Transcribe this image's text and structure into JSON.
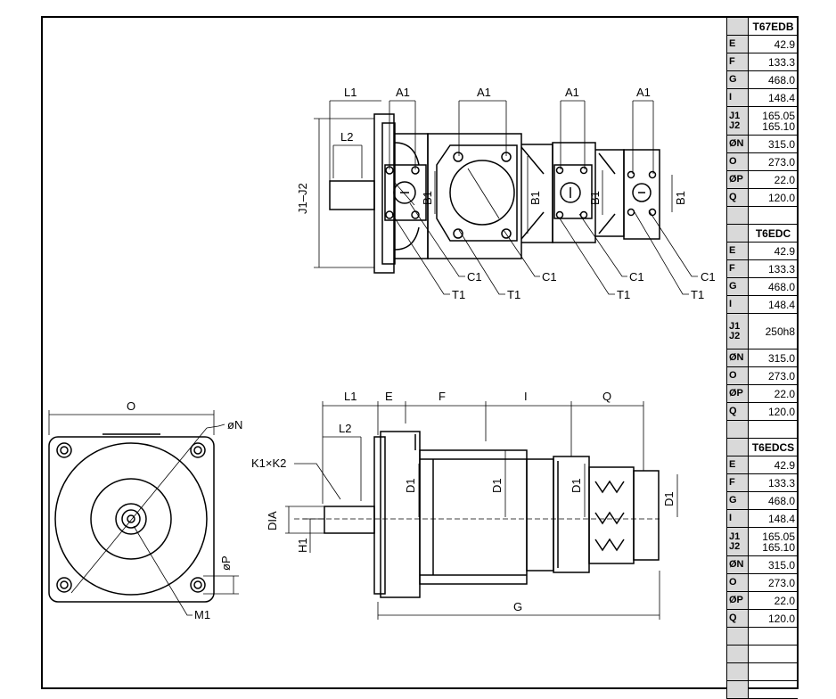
{
  "tables": [
    {
      "model": "T67EDB",
      "rows": [
        {
          "key": "E",
          "value": "42.9"
        },
        {
          "key": "F",
          "value": "133.3"
        },
        {
          "key": "G",
          "value": "468.0"
        },
        {
          "key": "I",
          "value": "148.4"
        },
        {
          "key": "J1\nJ2",
          "value": "165.05\n165.10"
        },
        {
          "key": "ØN",
          "value": "315.0"
        },
        {
          "key": "O",
          "value": "273.0"
        },
        {
          "key": "ØP",
          "value": "22.0"
        },
        {
          "key": "Q",
          "value": "120.0"
        }
      ]
    },
    {
      "model": "T6EDC",
      "rows": [
        {
          "key": "E",
          "value": "42.9"
        },
        {
          "key": "F",
          "value": "133.3"
        },
        {
          "key": "G",
          "value": "468.0"
        },
        {
          "key": "I",
          "value": "148.4"
        },
        {
          "key": "J1\nJ2",
          "value": "250h8"
        },
        {
          "key": "ØN",
          "value": "315.0"
        },
        {
          "key": "O",
          "value": "273.0"
        },
        {
          "key": "ØP",
          "value": "22.0"
        },
        {
          "key": "Q",
          "value": "120.0"
        }
      ]
    },
    {
      "model": "T6EDCS",
      "rows": [
        {
          "key": "E",
          "value": "42.9"
        },
        {
          "key": "F",
          "value": "133.3"
        },
        {
          "key": "G",
          "value": "468.0"
        },
        {
          "key": "I",
          "value": "148.4"
        },
        {
          "key": "J1\nJ2",
          "value": "165.05\n165.10"
        },
        {
          "key": "ØN",
          "value": "315.0"
        },
        {
          "key": "O",
          "value": "273.0"
        },
        {
          "key": "ØP",
          "value": "22.0"
        },
        {
          "key": "Q",
          "value": "120.0"
        }
      ]
    }
  ],
  "labels": {
    "L1": "L1",
    "L2": "L2",
    "A1": "A1",
    "B1": "B1",
    "C1": "C1",
    "T1": "T1",
    "J1J2": "J1–J2",
    "O": "O",
    "N": "øN",
    "P": "øP",
    "M1": "M1",
    "K1K2": "K1×K2",
    "E": "E",
    "F": "F",
    "I": "I",
    "Q": "Q",
    "G": "G",
    "D1": "D1",
    "DIA": "DIA",
    "H1": "H1"
  }
}
